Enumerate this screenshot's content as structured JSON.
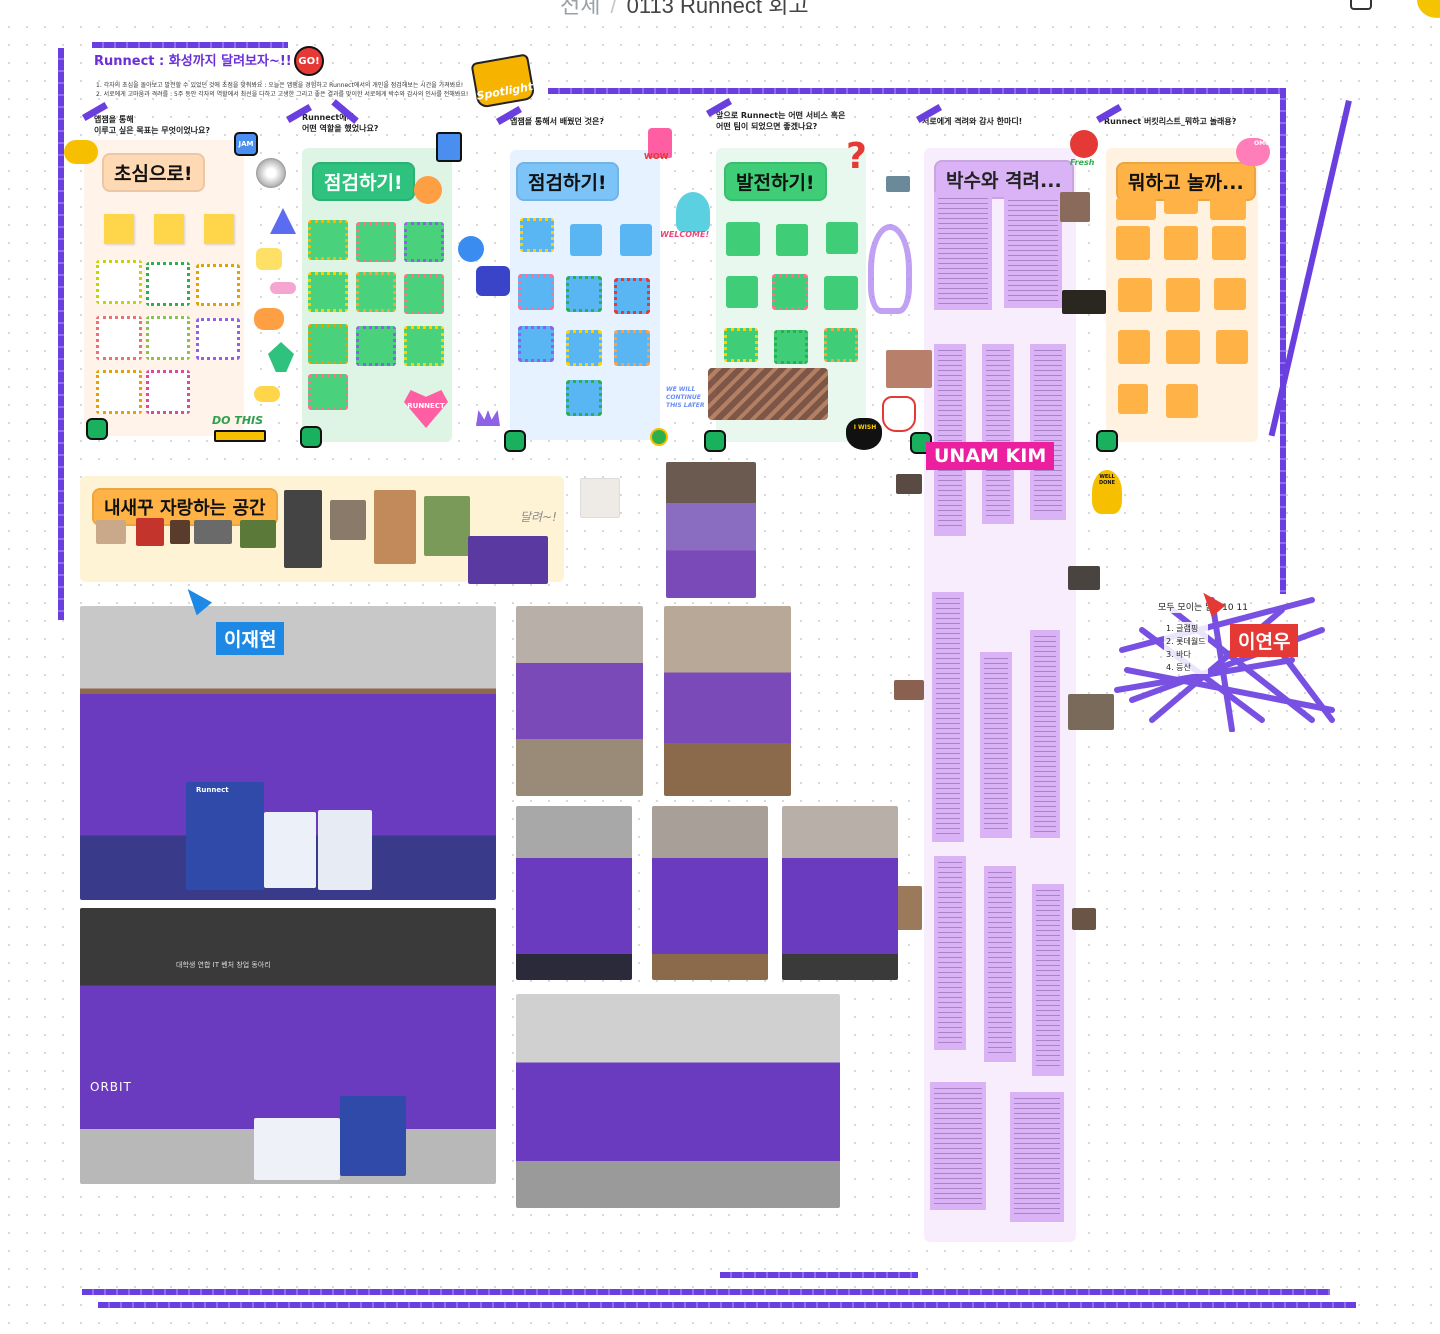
{
  "breadcrumb": {
    "parent": "전체",
    "separator": "/",
    "current": "0113 Runnect 회고"
  },
  "board": {
    "title": "Runnect : 화성까지 달려보자~!!",
    "intro_1": "1. 각자의 초심을 돌아보고 발전할 수 있었던 것에 초점을 맞춰봐요 : 오늘은 앱잼을 경험하고 Runnect에서의 개인을 점검해보는 시간을 가져봐요!",
    "intro_2": "2. 서로에게 고마움과 격려를 : 5주 동안 각자의 역할에서 최선을 다하고 고생한 그리고 좋은 결과를 맞이한 서로에게 박수와 감사의 인사를 전해봐요!",
    "stickers": {
      "go": "GO!",
      "spotlight": "Spotlight",
      "jam": "JAM",
      "do_this": "DO THIS",
      "wow": "WOW",
      "welcome": "WELCOME!",
      "runnect": "RUNNECT",
      "fresh": "Fresh",
      "omg": "OMG",
      "wish": "I WISH",
      "well_done": "WELL DONE",
      "we_will": "WE WILL CONTINUE THIS LATER"
    }
  },
  "sections": [
    {
      "question": "앱잼을 통해\n이루고 싶은 목표는 무엇이었나요?",
      "title": "초심으로!"
    },
    {
      "question": "Runnect에서\n어떤 역할을 했었나요?",
      "title": "점검하기!"
    },
    {
      "question": "앱잼을 통해서 배웠던 것은?",
      "title": "점검하기!"
    },
    {
      "question": "앞으로 Runnect는 어떤 서비스 혹은\n어떤 팀이 되었으면 좋겠나요?",
      "title": "발전하기!"
    },
    {
      "question": "서로에게 격려와 감사 한마디!",
      "title": "박수와 격려..."
    },
    {
      "question": "Runnect 버킷리스트_뭐하고 놀래용?",
      "title": "뭐하고 놀까..."
    }
  ],
  "pet_section": {
    "title": "내새꾸 자랑하는 공간",
    "handwriting": "달려~!"
  },
  "cursors": [
    {
      "name": "이재현",
      "color": "#1e88e5"
    },
    {
      "name": "UNAM KIM",
      "color": "#ec1fa0"
    },
    {
      "name": "이연우",
      "color": "#e53935"
    }
  ],
  "bucket_list": {
    "heading": "모두 모이는 날 : 10 11",
    "items": [
      "1. 글램핑",
      "2. 롯데월드",
      "3. 바다",
      "4. 등산"
    ]
  },
  "photos": {
    "banner_text": "대학생 연합 IT 벤처 창업 동아리",
    "orbit_text": "ORBIT",
    "board_text": "Runnect"
  },
  "colors": {
    "accent_purple": "#6a3fe0",
    "sticky_yellow": "#ffd54a",
    "sticky_blue": "#5ab6f2",
    "sticky_green": "#3fce77",
    "sticky_orange": "#ffb347",
    "text_purple": "#d9b3f5"
  }
}
